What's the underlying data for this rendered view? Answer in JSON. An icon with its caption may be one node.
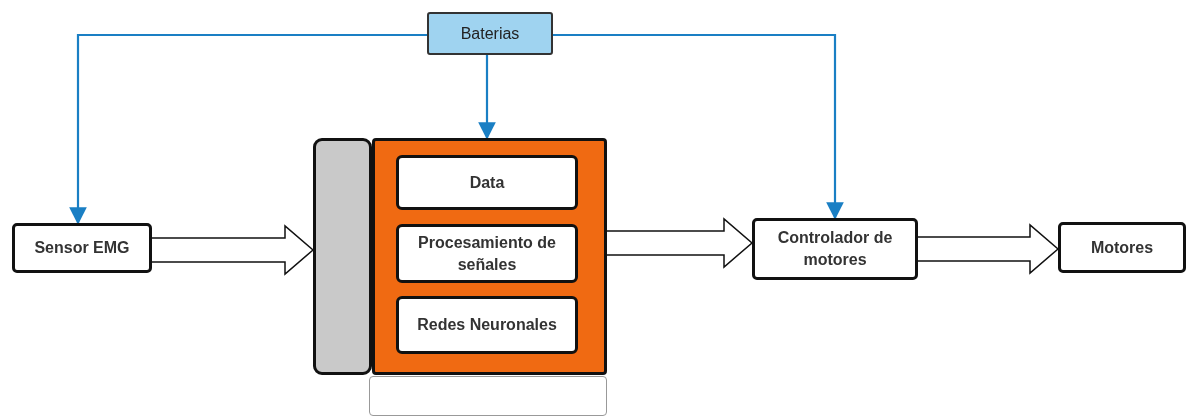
{
  "diagram": {
    "nodes": [
      {
        "text": [
          "Baterias"
        ]
      },
      {
        "text": [
          "Sensor EMG"
        ]
      },
      {
        "text": [],
        "shape": "box"
      },
      {
        "text": [
          "Data"
        ],
        "in": 2
      },
      {
        "text": [
          "Procesamiento de señales"
        ],
        "in": 2
      },
      {
        "text": [
          "Redes Neuronales"
        ],
        "in": 2
      },
      {
        "text": [],
        "shape": "bar"
      },
      {
        "text": [],
        "shape": "box"
      },
      {
        "text": [
          "Controlador de motores"
        ]
      },
      {
        "text": [
          "Motores"
        ]
      }
    ],
    "edges": [
      {
        "from": 0,
        "to": 1,
        "arrow": "to",
        "color": "#1a7fc4"
      },
      {
        "from": 0,
        "to": 2,
        "arrow": "to",
        "color": "#1a7fc4"
      },
      {
        "from": 0,
        "to": 8,
        "arrow": "to",
        "color": "#1a7fc4"
      },
      {
        "from": 1,
        "to": 6,
        "arrow": "to",
        "style": "thick"
      },
      {
        "from": 2,
        "to": 8,
        "arrow": "to",
        "style": "thick"
      },
      {
        "from": 8,
        "to": 9,
        "arrow": "to",
        "style": "thick"
      }
    ]
  }
}
